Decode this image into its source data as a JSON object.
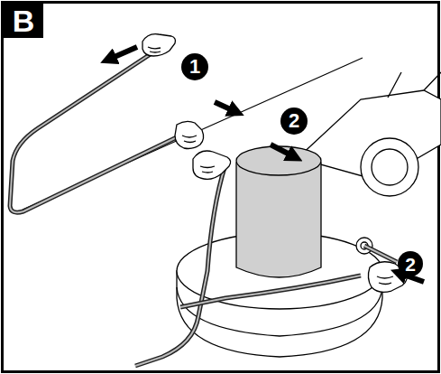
{
  "diagram": {
    "labels": [
      "B",
      "1",
      "2",
      "2"
    ]
  }
}
